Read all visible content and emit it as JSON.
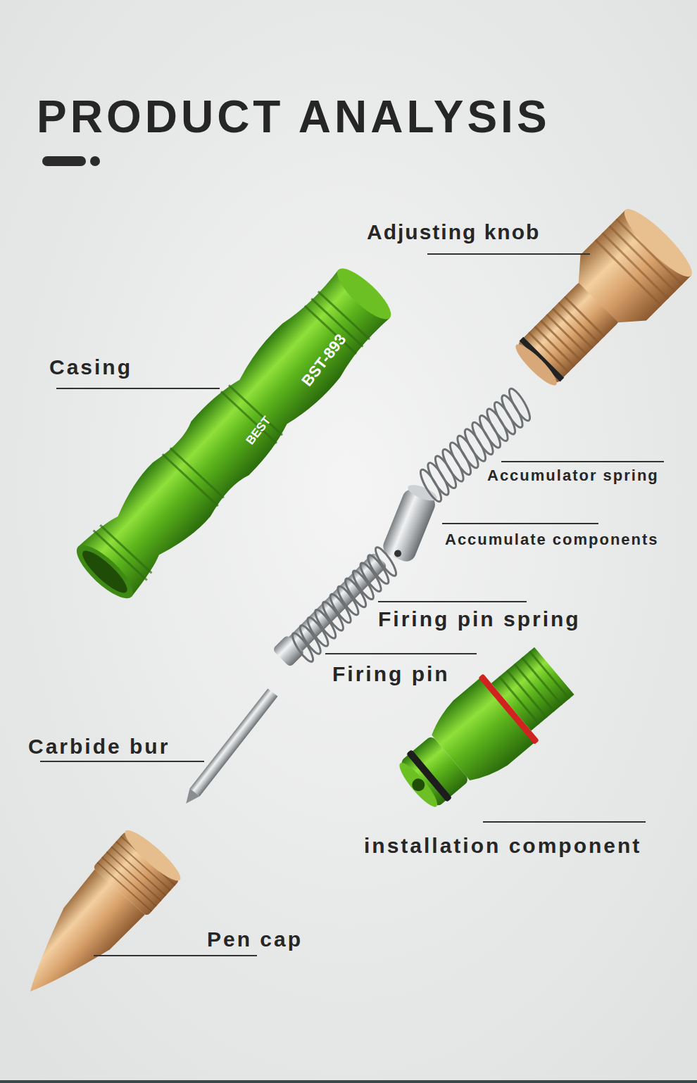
{
  "diagram": {
    "title": "PRODUCT ANALYSIS",
    "labels": [
      "Adjusting knob",
      "Casing",
      "BST-893",
      "BEST",
      "Accumulator spring",
      "Accumulate components",
      "Firing pin spring",
      "Firing pin",
      "Carbide bur",
      "installation component",
      "Pen cap"
    ]
  }
}
